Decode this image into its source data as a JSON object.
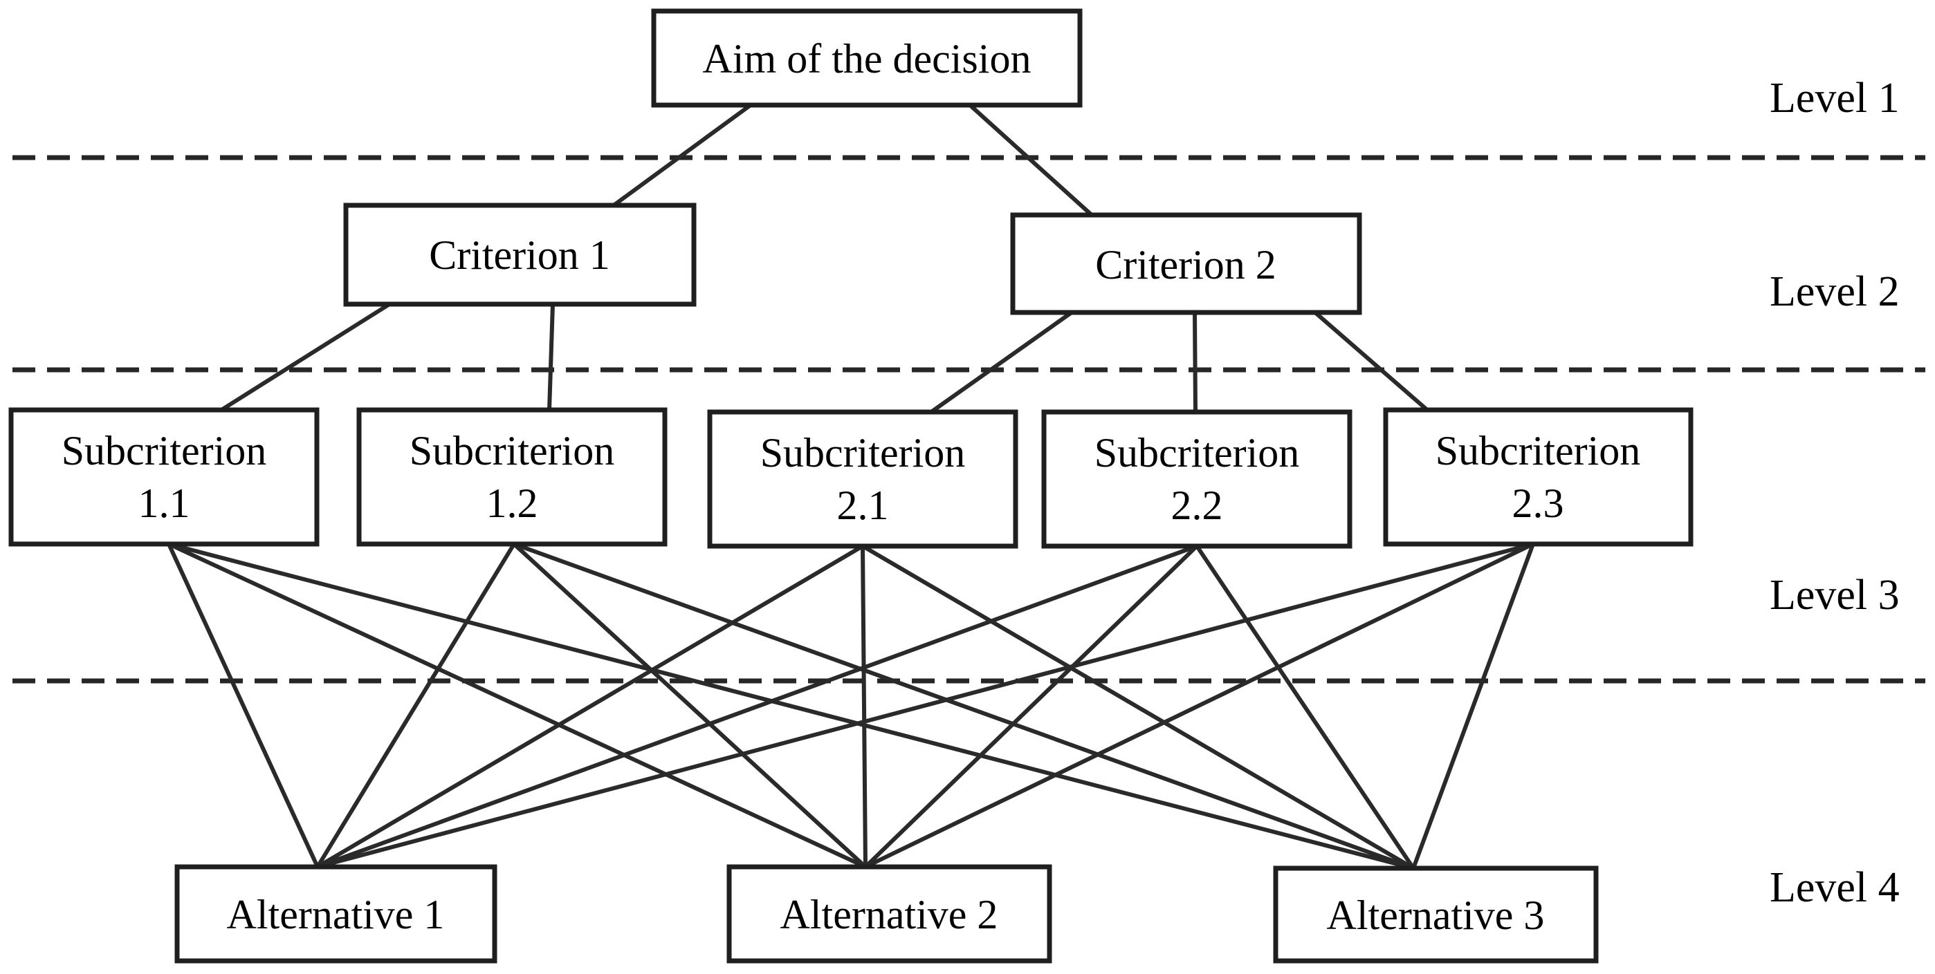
{
  "diagram": {
    "type": "hierarchy",
    "background_color": "#ffffff",
    "line_color": "#2a2a2a",
    "box_border_color": "#1f1f1f",
    "text_color": "#000000"
  },
  "hierarchy": {
    "aim": {
      "label": "Aim of the decision"
    },
    "criteria": [
      {
        "label": "Criterion 1"
      },
      {
        "label": "Criterion 2"
      }
    ],
    "subcriteria": [
      {
        "line1": "Subcriterion",
        "line2": "1.1"
      },
      {
        "line1": "Subcriterion",
        "line2": "1.2"
      },
      {
        "line1": "Subcriterion",
        "line2": "2.1"
      },
      {
        "line1": "Subcriterion",
        "line2": "2.2"
      },
      {
        "line1": "Subcriterion",
        "line2": "2.3"
      }
    ],
    "alternatives": [
      {
        "label": "Alternative 1"
      },
      {
        "label": "Alternative 2"
      },
      {
        "label": "Alternative 3"
      }
    ],
    "levels": [
      {
        "label": "Level 1"
      },
      {
        "label": "Level 2"
      },
      {
        "label": "Level 3"
      },
      {
        "label": "Level 4"
      }
    ]
  },
  "edges": [
    {
      "from": "aim",
      "to": "criterion-1"
    },
    {
      "from": "aim",
      "to": "criterion-2"
    },
    {
      "from": "criterion-1",
      "to": "subcriterion-1.1"
    },
    {
      "from": "criterion-1",
      "to": "subcriterion-1.2"
    },
    {
      "from": "criterion-2",
      "to": "subcriterion-2.1"
    },
    {
      "from": "criterion-2",
      "to": "subcriterion-2.2"
    },
    {
      "from": "criterion-2",
      "to": "subcriterion-2.3"
    },
    {
      "from": "subcriterion-1.1",
      "to": "alternative-1"
    },
    {
      "from": "subcriterion-1.1",
      "to": "alternative-2"
    },
    {
      "from": "subcriterion-1.1",
      "to": "alternative-3"
    },
    {
      "from": "subcriterion-1.2",
      "to": "alternative-1"
    },
    {
      "from": "subcriterion-1.2",
      "to": "alternative-2"
    },
    {
      "from": "subcriterion-1.2",
      "to": "alternative-3"
    },
    {
      "from": "subcriterion-2.1",
      "to": "alternative-1"
    },
    {
      "from": "subcriterion-2.1",
      "to": "alternative-2"
    },
    {
      "from": "subcriterion-2.1",
      "to": "alternative-3"
    },
    {
      "from": "subcriterion-2.2",
      "to": "alternative-1"
    },
    {
      "from": "subcriterion-2.2",
      "to": "alternative-2"
    },
    {
      "from": "subcriterion-2.2",
      "to": "alternative-3"
    },
    {
      "from": "subcriterion-2.3",
      "to": "alternative-1"
    },
    {
      "from": "subcriterion-2.3",
      "to": "alternative-2"
    },
    {
      "from": "subcriterion-2.3",
      "to": "alternative-3"
    }
  ]
}
